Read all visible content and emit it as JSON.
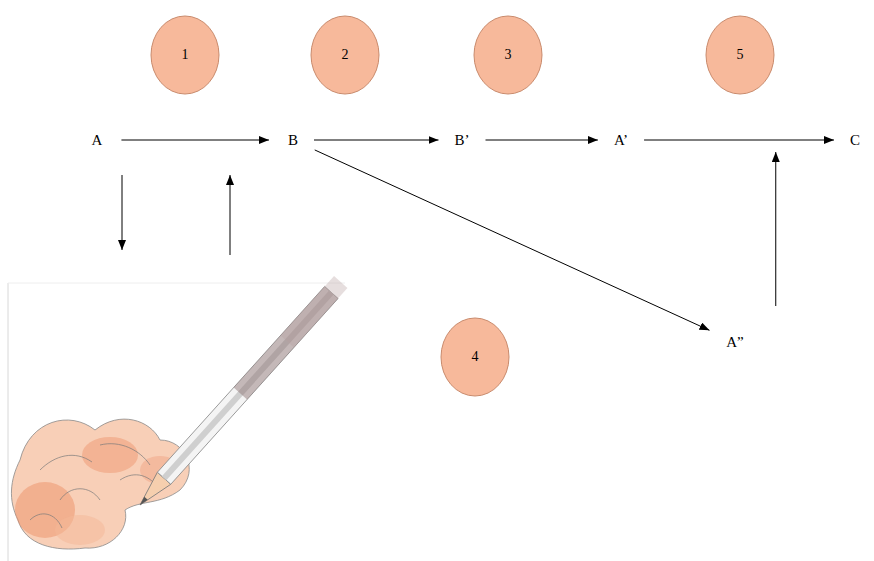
{
  "diagram": {
    "nodes": [
      {
        "text": [
          "1"
        ]
      },
      {
        "text": [
          "2"
        ]
      },
      {
        "text": [
          "3"
        ]
      },
      {
        "text": [
          "5"
        ]
      },
      {
        "text": [
          "A"
        ]
      },
      {
        "text": [
          "B"
        ]
      },
      {
        "text": [
          "B’"
        ]
      },
      {
        "text": [
          "A’"
        ]
      },
      {
        "text": [
          "C"
        ]
      },
      {
        "text": [
          "4"
        ]
      },
      {
        "text": [
          "A”"
        ]
      }
    ],
    "edges": [
      {
        "from": 4,
        "to": 5,
        "arrow": "to"
      },
      {
        "from": 5,
        "to": 6,
        "arrow": "to"
      },
      {
        "from": 6,
        "to": 7,
        "arrow": "to"
      },
      {
        "from": 7,
        "to": 8,
        "arrow": "to"
      },
      {
        "from": 5,
        "to": 10,
        "arrow": "to"
      },
      {
        "from": 10,
        "to": 8,
        "arrow": "to"
      }
    ]
  }
}
